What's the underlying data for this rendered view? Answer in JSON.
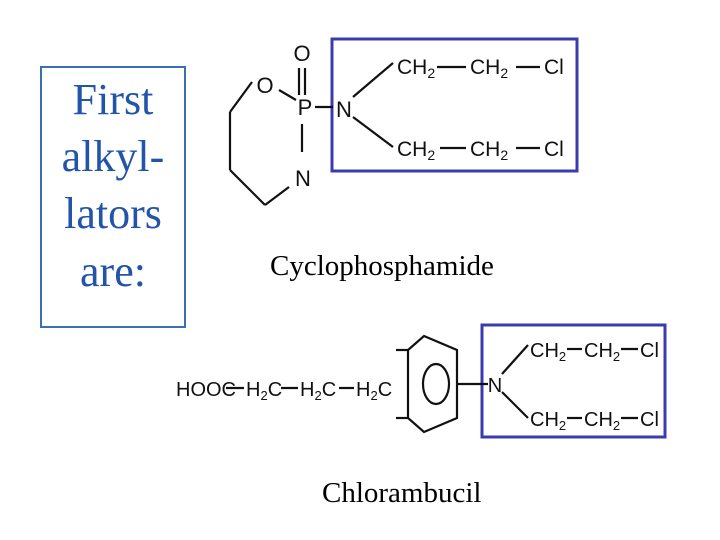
{
  "title": {
    "lines": [
      "First",
      "alkyl-",
      "lators",
      "are:"
    ]
  },
  "accent_color": "#2255aa",
  "highlight_color": "#3b3bb0",
  "molecules": [
    {
      "name": "Cyclophosphamide",
      "atoms": {
        "o_double": "O",
        "o_ring": "O",
        "p": "P",
        "n_ring": "N",
        "n_mustard": "N"
      },
      "arm_top": {
        "ch2_a": "CH",
        "ch2_b": "CH",
        "sub": "2",
        "cl": "Cl"
      },
      "arm_bottom": {
        "ch2_a": "CH",
        "ch2_b": "CH",
        "sub": "2",
        "cl": "Cl"
      }
    },
    {
      "name": "Chlorambucil",
      "chain": {
        "hooc": "HOOC",
        "h2c_h": "H",
        "h2c_c": "C",
        "sub": "2"
      },
      "n": "N",
      "arm_top": {
        "ch2_a": "CH",
        "ch2_b": "CH",
        "sub": "2",
        "cl": "Cl"
      },
      "arm_bottom": {
        "ch2_a": "CH",
        "ch2_b": "CH",
        "sub": "2",
        "cl": "Cl"
      }
    }
  ]
}
